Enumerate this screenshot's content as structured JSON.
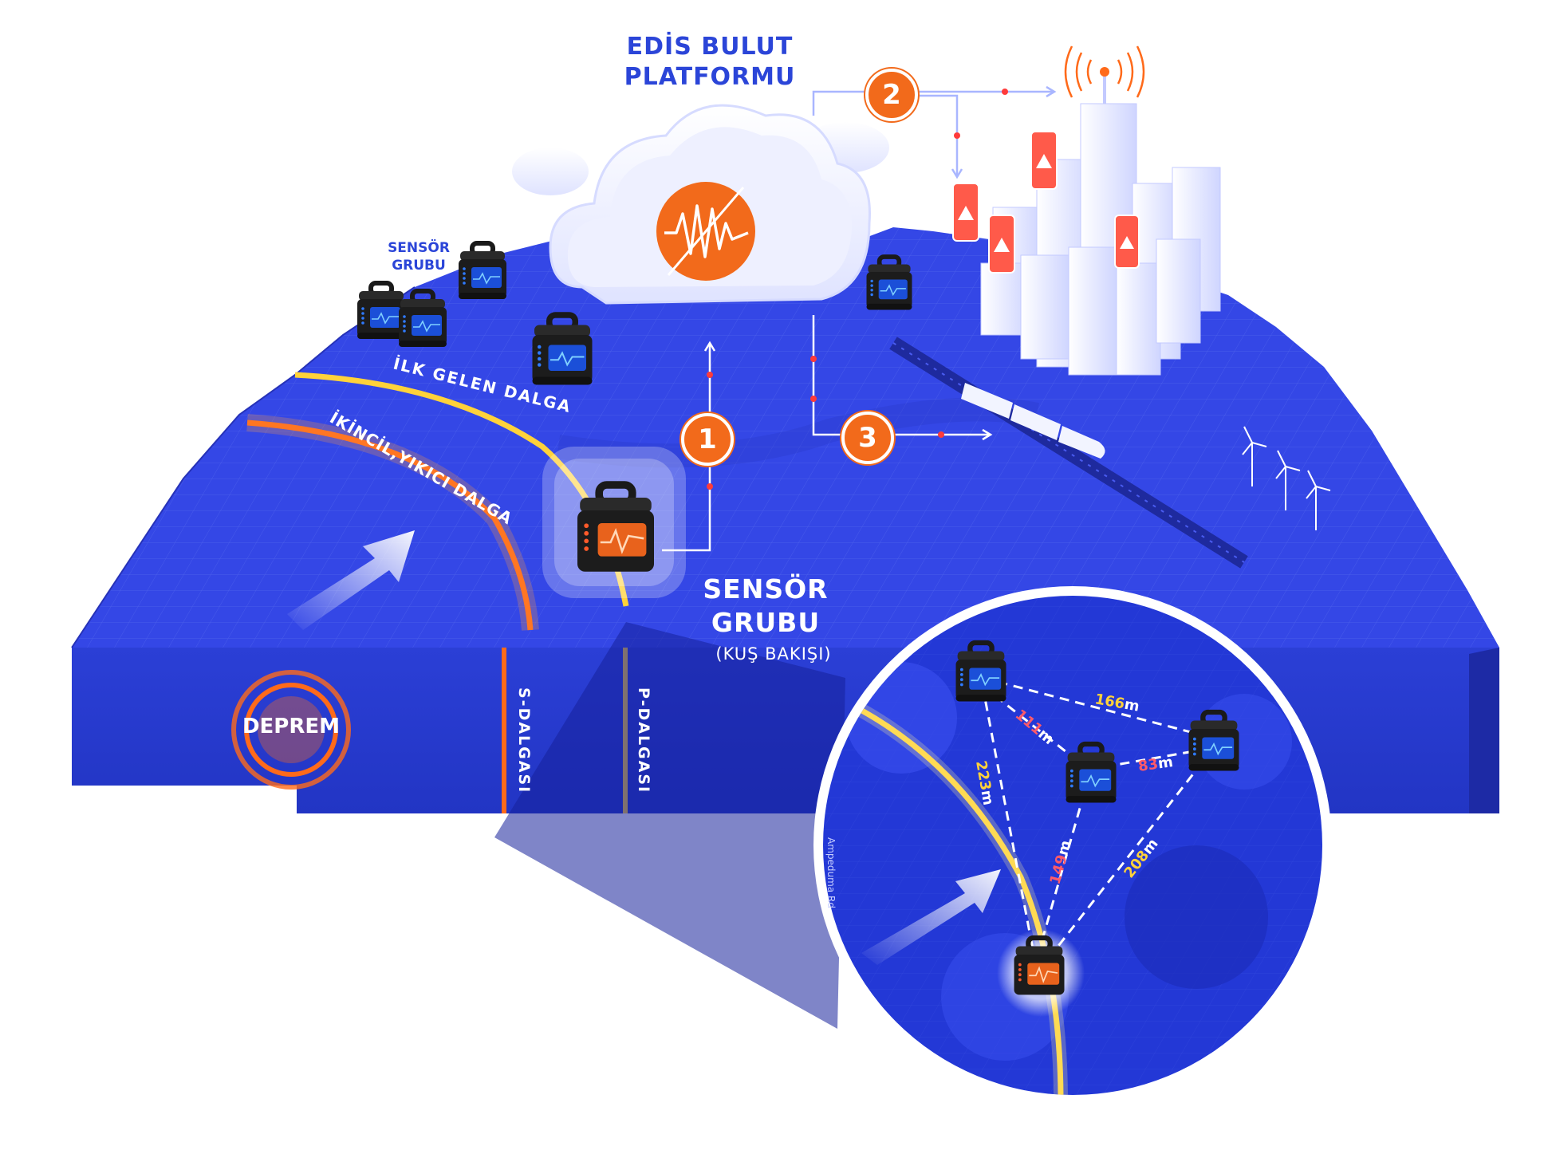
{
  "cloud": {
    "title_line1": "EDİS BULUT",
    "title_line2": "PLATFORMU"
  },
  "steps": [
    {
      "label": "1"
    },
    {
      "label": "2"
    },
    {
      "label": "3"
    }
  ],
  "labels": {
    "sensor_group_small_line1": "SENSÖR",
    "sensor_group_small_line2": "GRUBU",
    "first_wave": "İLK GELEN DALGA",
    "second_wave": "İKİNCİL,YIKICI DALGA",
    "sensor_group_line1": "SENSÖR",
    "sensor_group_line2": "GRUBU",
    "birds_eye": "(KUŞ BAKIŞI)",
    "earthquake": "DEPREM",
    "s_wave": "S-DALGASI",
    "p_wave": "P-DALGASI",
    "road_name": "Ampeduma Rd"
  },
  "distances": [
    {
      "value": "166",
      "unit": "m"
    },
    {
      "value": "111",
      "unit": "m"
    },
    {
      "value": "223",
      "unit": "m"
    },
    {
      "value": "83",
      "unit": "m"
    },
    {
      "value": "149",
      "unit": "m"
    },
    {
      "value": "208",
      "unit": "m"
    }
  ],
  "colors": {
    "terrain": "#3447e6",
    "terrain_dark": "#1e2fb8",
    "p_wave": "#ffd23a",
    "s_wave": "#ff6a1a",
    "accent": "#f26a1b",
    "title_blue": "#2b45d8",
    "distance_yellow": "#ffd23a",
    "distance_red": "#ff5a6a"
  },
  "icons": [
    "sensor-icon",
    "cloud-icon",
    "seismograph-icon",
    "antenna-icon",
    "warning-icon",
    "train-icon",
    "wind-turbine-icon",
    "arrow-icon"
  ]
}
